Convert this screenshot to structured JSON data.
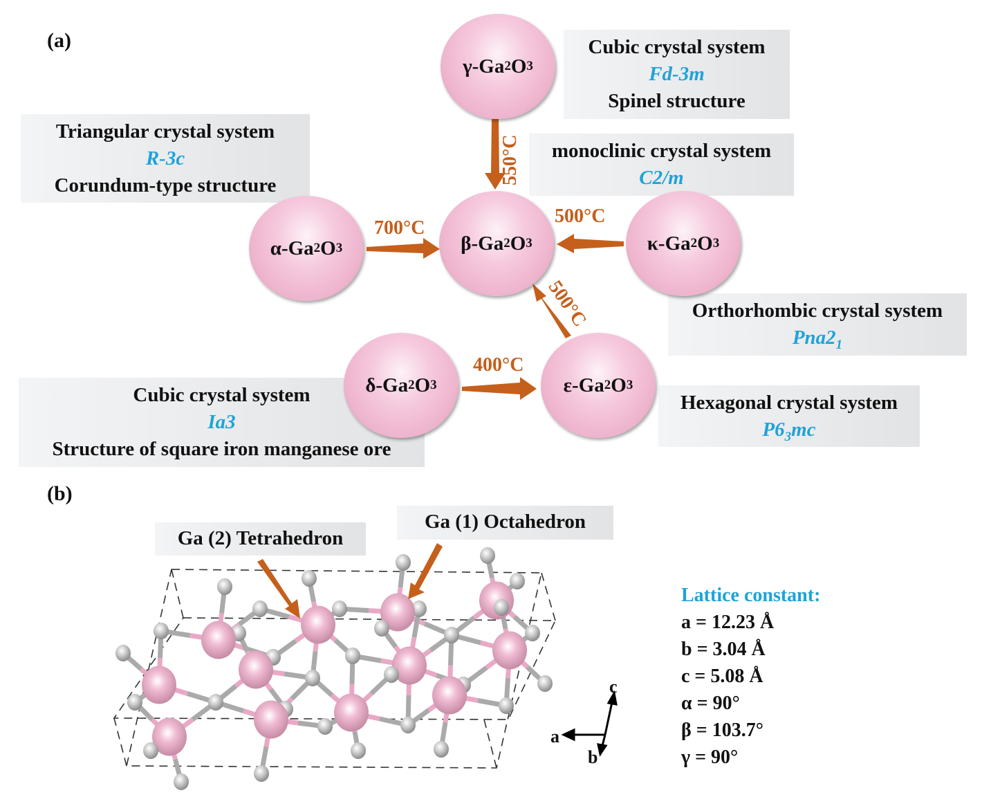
{
  "panel_a_label": "(a)",
  "panel_b_label": "(b)",
  "phases": {
    "gamma": {
      "greek": "γ",
      "formula": [
        "-Ga",
        "2",
        "O",
        "3"
      ],
      "info": [
        "Cubic crystal system",
        "Fd-3m",
        "Spinel structure"
      ]
    },
    "beta": {
      "greek": "β",
      "formula": [
        "-Ga",
        "2",
        "O",
        "3"
      ],
      "info": [
        "monoclinic crystal system",
        "C2/m"
      ]
    },
    "alpha": {
      "greek": "α",
      "formula": [
        "-Ga",
        "2",
        "O",
        "3"
      ],
      "info": [
        "Triangular crystal system",
        "R-3c",
        "Corundum-type structure"
      ]
    },
    "kappa": {
      "greek": "κ",
      "formula": [
        "-Ga",
        "2",
        "O",
        "3"
      ],
      "info": [
        "Orthorhombic crystal system",
        "Pna2",
        "1"
      ]
    },
    "delta": {
      "greek": "δ",
      "formula": [
        "-Ga",
        "2",
        "O",
        "3"
      ],
      "info": [
        "Cubic crystal system",
        "Ia3",
        "Structure of square iron manganese ore"
      ]
    },
    "epsilon": {
      "greek": "ε",
      "formula": [
        "-Ga",
        "2",
        "O",
        "3"
      ],
      "info": [
        "Hexagonal crystal system",
        "P6",
        "3",
        "mc"
      ]
    }
  },
  "transitions": {
    "gamma_beta": "550°C",
    "alpha_beta": "700°C",
    "kappa_beta": "500°C",
    "epsilon_beta": "500°C",
    "delta_epsilon": "400°C"
  },
  "structure": {
    "tetra_label": "Ga (2) Tetrahedron",
    "octa_label": "Ga (1) Octahedron",
    "axes": {
      "a": "a",
      "b": "b",
      "c": "c"
    }
  },
  "lattice": {
    "title": "Lattice constant:",
    "values": [
      "a = 12.23 Å",
      "b = 3.04 Å",
      "c = 5.08 Å",
      "α = 90°",
      "β = 103.7°",
      "γ = 90°"
    ]
  },
  "colors": {
    "accent_orange": "#c55f1c",
    "spacegroup_blue": "#1ea3d9",
    "ga_atom": "#eeb4cd",
    "o_atom": "#bdbdbd"
  }
}
